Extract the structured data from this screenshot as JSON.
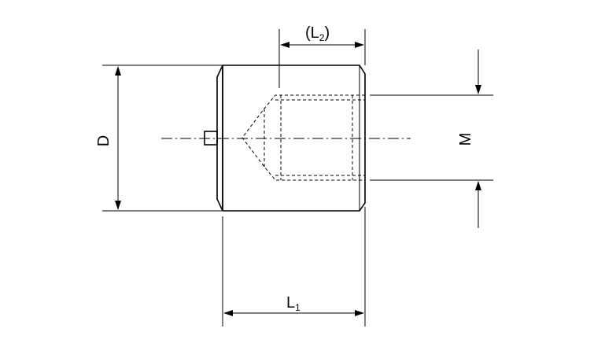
{
  "labels": {
    "l2_open": "(L",
    "l2_sub": "2",
    "l2_close": ")",
    "d": "D",
    "m": "M",
    "l1_main": "L",
    "l1_sub": "1"
  }
}
